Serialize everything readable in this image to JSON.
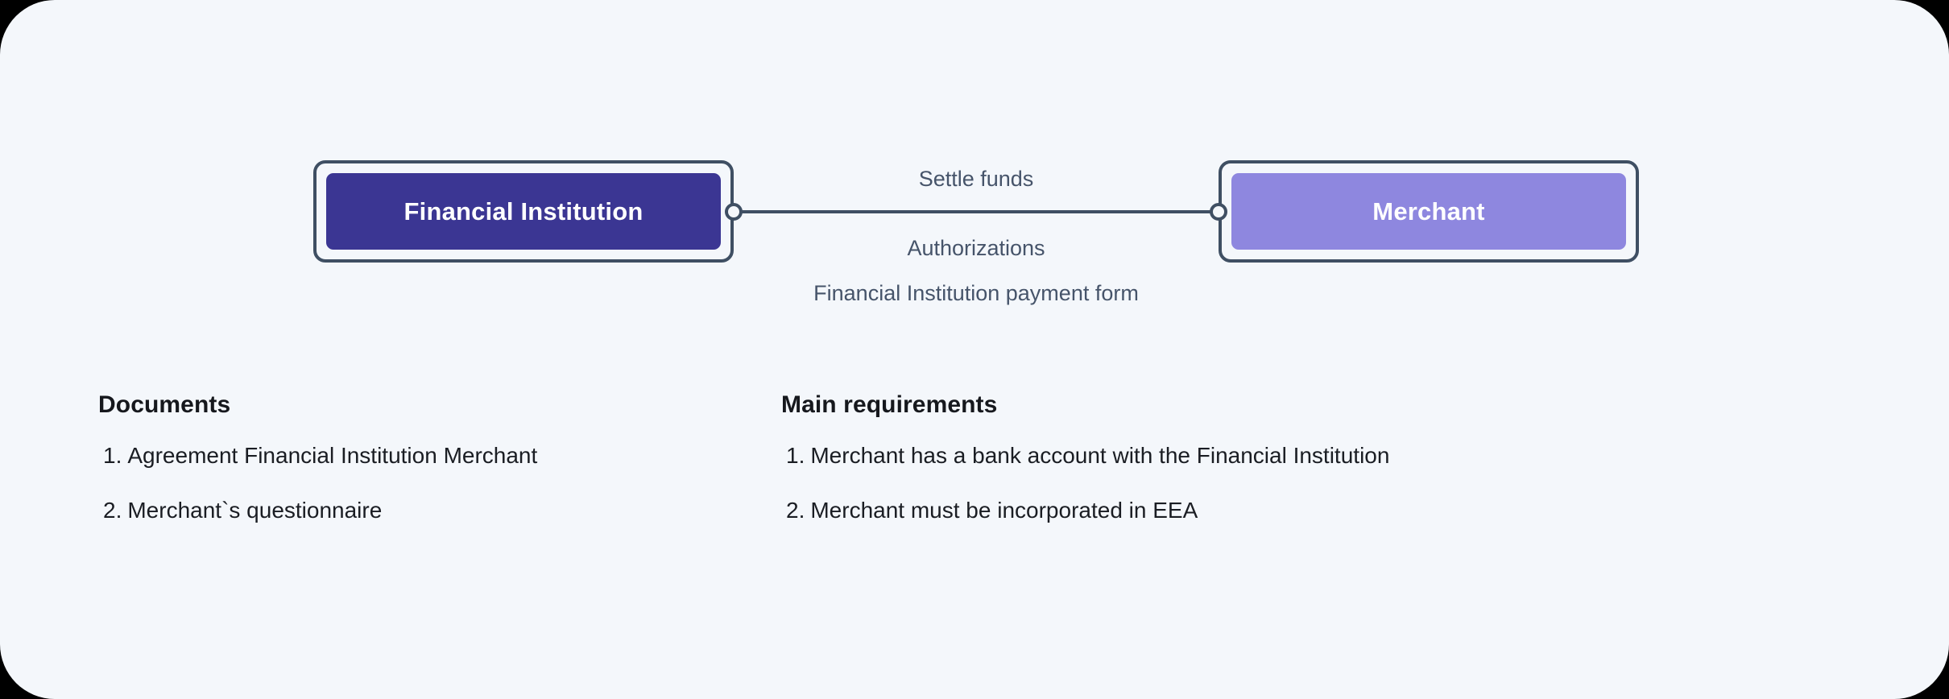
{
  "colors": {
    "page_background": "#F4F7FB",
    "node_border": "#3F4F63",
    "financial_institution_fill": "#3B3693",
    "merchant_fill": "#8E87DF",
    "edge_label_text": "#46546A",
    "heading_text": "#16181D",
    "list_text": "#1A1D23"
  },
  "diagram": {
    "nodes": [
      {
        "id": "financial-institution",
        "label": "Financial Institution"
      },
      {
        "id": "merchant",
        "label": "Merchant"
      }
    ],
    "edge": {
      "label_above": "Settle funds",
      "label_below": "Authorizations",
      "label_bottom": "Financial Institution payment form",
      "endpoint_left_icon": "connector-dot-icon",
      "endpoint_right_icon": "connector-dot-icon"
    }
  },
  "sections": [
    {
      "id": "documents",
      "heading": "Documents",
      "items": [
        {
          "num": "1.",
          "text": "Agreement Financial Institution Merchant"
        },
        {
          "num": "2.",
          "text": "Merchant`s questionnaire"
        }
      ]
    },
    {
      "id": "main-requirements",
      "heading": "Main requirements",
      "items": [
        {
          "num": "1.",
          "text": "Merchant has a bank account with the Financial Institution"
        },
        {
          "num": "2.",
          "text": "Merchant must be incorporated in EEA"
        }
      ]
    }
  ]
}
